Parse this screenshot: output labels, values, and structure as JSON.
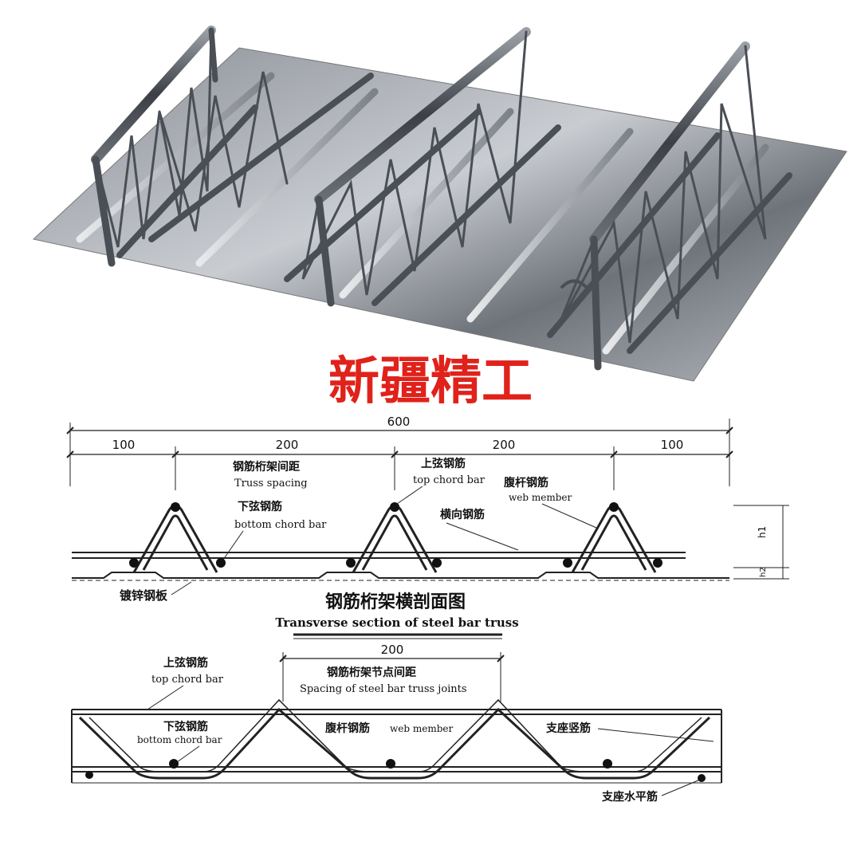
{
  "brand": {
    "text": "新疆精工",
    "color": "#e0221b"
  },
  "transverse": {
    "total_width": "600",
    "segments": [
      "100",
      "200",
      "200",
      "100"
    ],
    "truss_spacing_cn": "钢筋桁架间距",
    "truss_spacing_en": "Truss spacing",
    "top_chord_cn": "上弦钢筋",
    "top_chord_en": "top chord bar",
    "web_member_cn": "腹杆钢筋",
    "web_member_en": "web member",
    "bottom_chord_cn": "下弦钢筋",
    "bottom_chord_en": "bottom chord bar",
    "transverse_bar_cn": "横向钢筋",
    "galvanized_sheet_cn": "镀锌钢板",
    "height_label_1": "h1",
    "height_label_2": "h2",
    "title_cn": "钢筋桁架横剖面图",
    "title_en": "Transverse section of steel bar truss"
  },
  "longitudinal": {
    "joint_spacing": "200",
    "joint_spacing_cn": "钢筋桁架节点间距",
    "joint_spacing_en": "Spacing of steel bar truss joints",
    "top_chord_cn": "上弦钢筋",
    "top_chord_en": "top chord bar",
    "bottom_chord_cn": "下弦钢筋",
    "bottom_chord_en": "bottom chord bar",
    "web_member_cn": "腹杆钢筋",
    "web_member_en": "web member",
    "support_vertical_cn": "支座竖筋",
    "support_horizontal_cn": "支座水平筋"
  }
}
